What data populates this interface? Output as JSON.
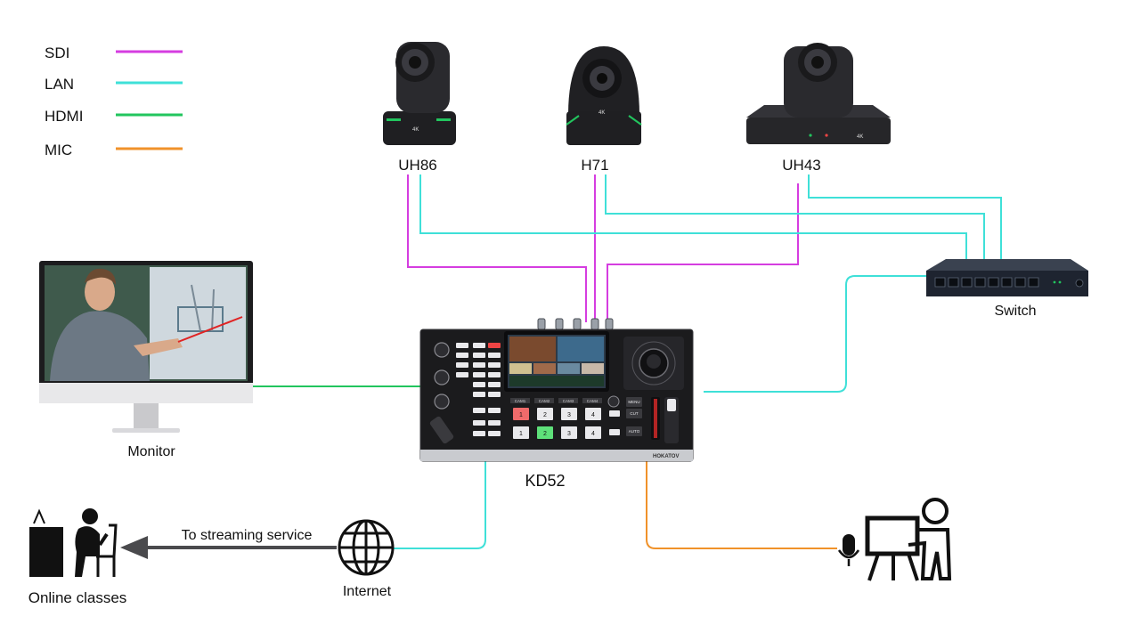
{
  "legend": [
    {
      "label": "SDI",
      "color": "#d53de0"
    },
    {
      "label": "LAN",
      "color": "#3fe0d8"
    },
    {
      "label": "HDMI",
      "color": "#22c55e"
    },
    {
      "label": "MIC",
      "color": "#f0922a"
    }
  ],
  "cameras": [
    {
      "label": "UH86",
      "accent": "#22c55e",
      "badge": "4K"
    },
    {
      "label": "H71",
      "accent": "#22c55e",
      "badge": "4K"
    },
    {
      "label": "UH43",
      "accent": "#22c55e",
      "badge": "4K"
    }
  ],
  "devices": {
    "switch": {
      "label": "Switch"
    },
    "monitor": {
      "label": "Monitor"
    },
    "controller": {
      "label": "KD52",
      "brand": "HOKATOV"
    },
    "internet": {
      "label": "Internet"
    },
    "online": {
      "label": "Online classes"
    },
    "stream_label": "To streaming service"
  },
  "controller_keys": {
    "cam_row": [
      "CAM1",
      "CAM2",
      "CAM3",
      "CAM4"
    ],
    "pgm_row": [
      "1",
      "2",
      "3",
      "4"
    ],
    "pvw_row": [
      "1",
      "2",
      "3",
      "4"
    ],
    "right_buttons": [
      "MENU",
      "CUT",
      "AUTO"
    ]
  },
  "colors": {
    "sdi": "#d53de0",
    "lan": "#3fe0d8",
    "hdmi": "#22c55e",
    "mic": "#f0922a",
    "device_dark": "#1c1c1e"
  }
}
